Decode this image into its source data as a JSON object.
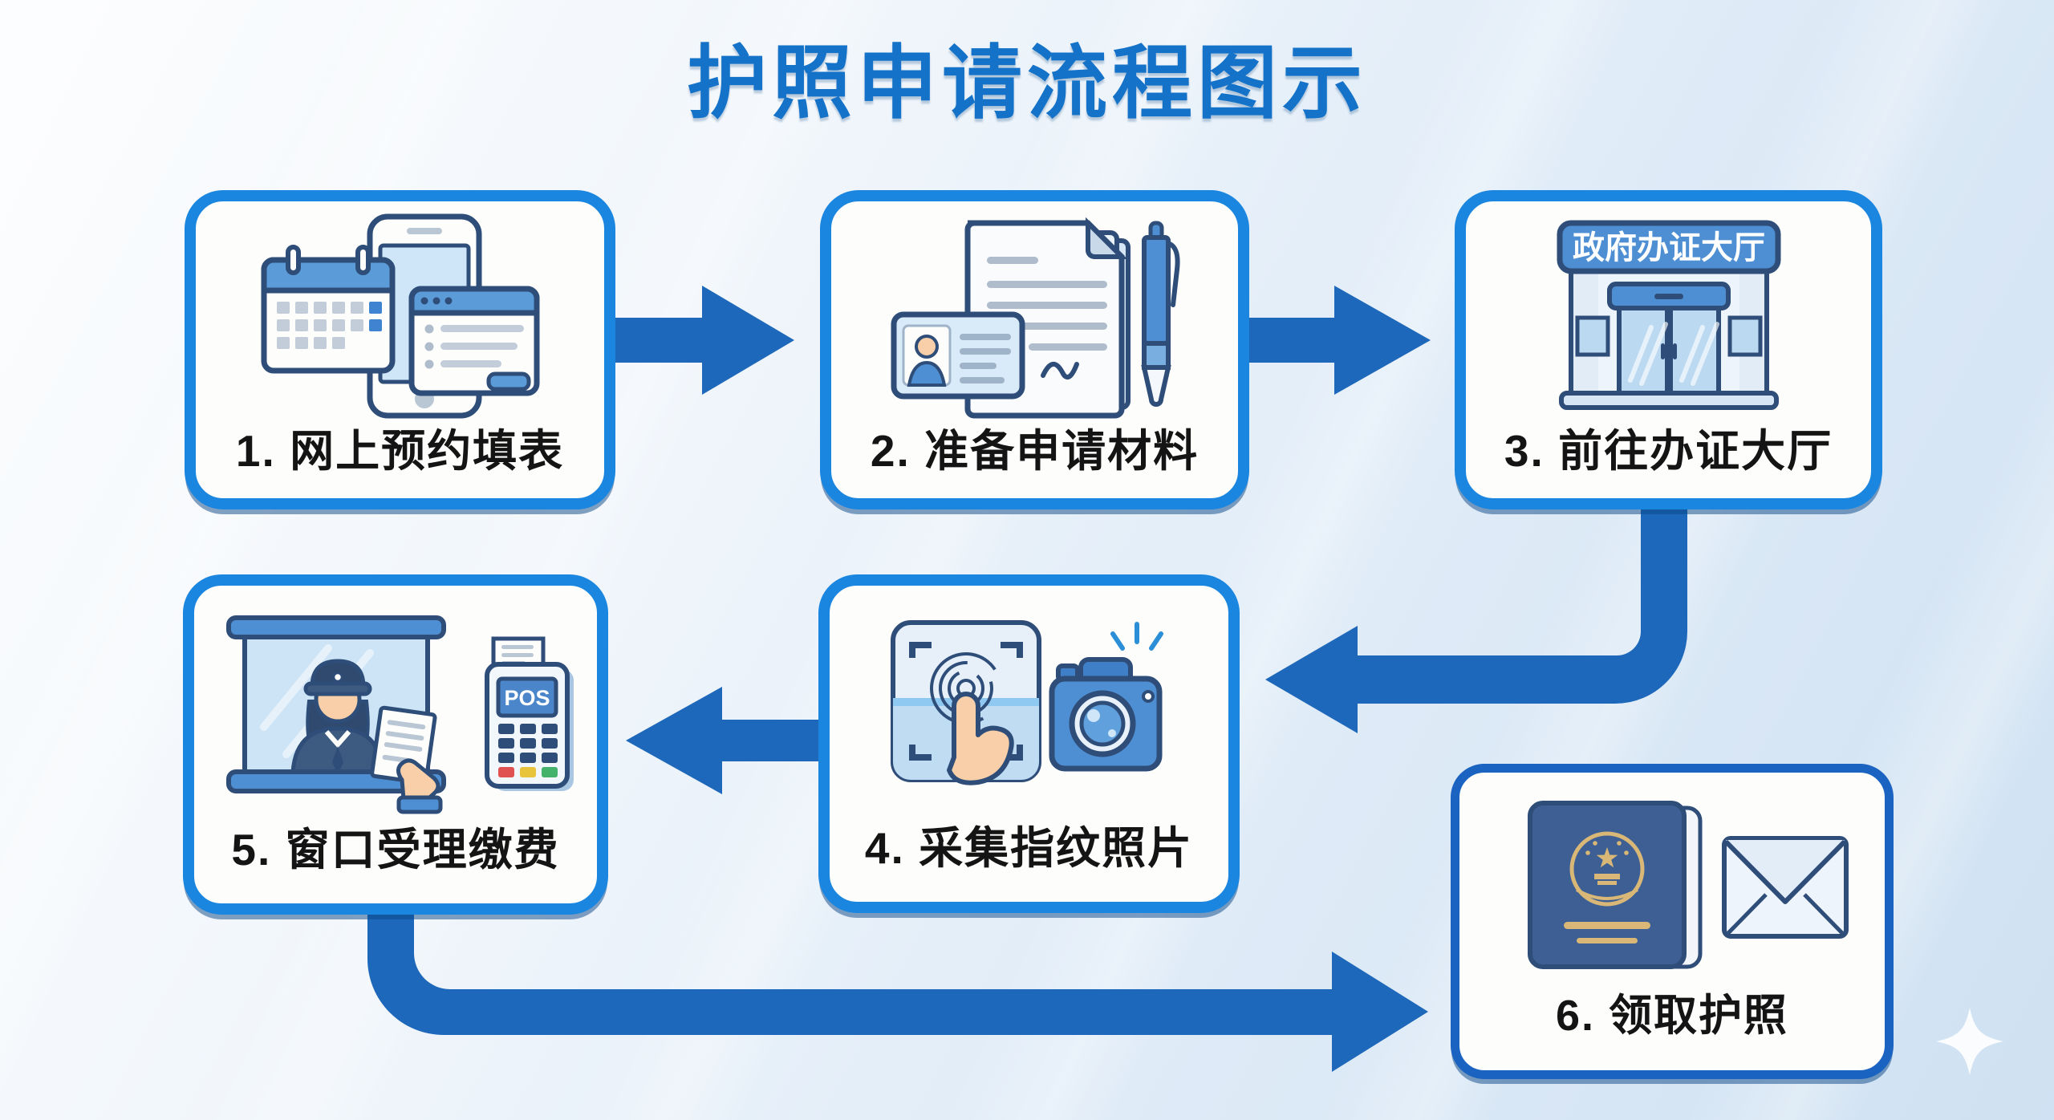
{
  "title": "护照申请流程图示",
  "steps": [
    {
      "label": "1. 网上预约填表",
      "icons": [
        "calendar-icon",
        "smartphone-icon",
        "web-form-icon"
      ]
    },
    {
      "label": "2. 准备申请材料",
      "icons": [
        "documents-stack-icon",
        "id-card-icon",
        "pen-icon"
      ]
    },
    {
      "label": "3. 前往办证大厅",
      "icons": [
        "government-hall-icon"
      ],
      "sign_text": "政府办证大厅"
    },
    {
      "label": "4. 采集指纹照片",
      "icons": [
        "fingerprint-scanner-icon",
        "hand-icon",
        "camera-icon"
      ]
    },
    {
      "label": "5. 窗口受理缴费",
      "icons": [
        "service-window-icon",
        "officer-icon",
        "pos-terminal-icon"
      ],
      "pos_text": "POS"
    },
    {
      "label": "6. 领取护照",
      "icons": [
        "passport-icon",
        "envelope-icon"
      ]
    }
  ],
  "flow": [
    {
      "from": 1,
      "to": 2,
      "direction": "right"
    },
    {
      "from": 2,
      "to": 3,
      "direction": "right"
    },
    {
      "from": 3,
      "to": 4,
      "direction": "down-then-left"
    },
    {
      "from": 4,
      "to": 5,
      "direction": "left"
    },
    {
      "from": 5,
      "to": 6,
      "direction": "down-then-right"
    }
  ],
  "colors": {
    "title_text": "#1472c8",
    "box_border": "#1a86e0",
    "box6_border": "#1b63c1",
    "arrow": "#1d68ba",
    "label_text": "#141414",
    "sign_bar": "#4e8fd3",
    "icon_outline": "#2e4d78",
    "background_start": "#fcfdfe",
    "background_end": "#cfe1f2"
  },
  "decorations": [
    "sparkle"
  ]
}
